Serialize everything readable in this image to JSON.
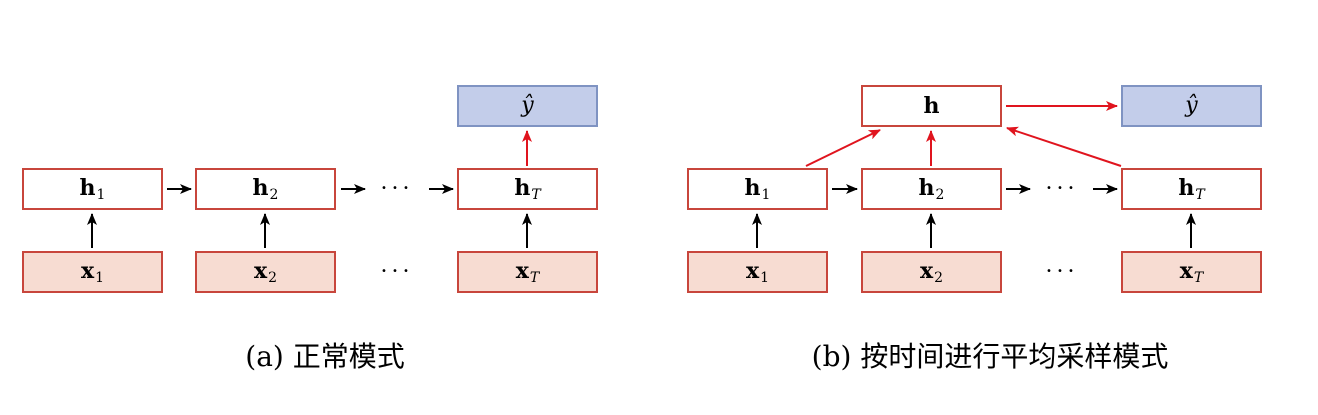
{
  "colors": {
    "box_border": "#c8463c",
    "input_fill": "#f7dcd2",
    "output_fill": "#c3cdea",
    "output_border": "#7f93c2",
    "red_arrow": "#e0141e",
    "black_arrow": "#000000"
  },
  "panel_a": {
    "hidden": [
      {
        "base": "h",
        "sub": "1"
      },
      {
        "base": "h",
        "sub": "2"
      },
      {
        "base": "h",
        "sub": "T"
      }
    ],
    "inputs": [
      {
        "base": "x",
        "sub": "1"
      },
      {
        "base": "x",
        "sub": "2"
      },
      {
        "base": "x",
        "sub": "T"
      }
    ],
    "output": "ŷ",
    "dots": "···",
    "caption": "(a) 正常模式"
  },
  "panel_b": {
    "hidden": [
      {
        "base": "h",
        "sub": "1"
      },
      {
        "base": "h",
        "sub": "2"
      },
      {
        "base": "h",
        "sub": "T"
      }
    ],
    "inputs": [
      {
        "base": "x",
        "sub": "1"
      },
      {
        "base": "x",
        "sub": "2"
      },
      {
        "base": "x",
        "sub": "T"
      }
    ],
    "pooled": "h",
    "output": "ŷ",
    "dots": "···",
    "caption": "(b) 按时间进行平均采样模式"
  }
}
